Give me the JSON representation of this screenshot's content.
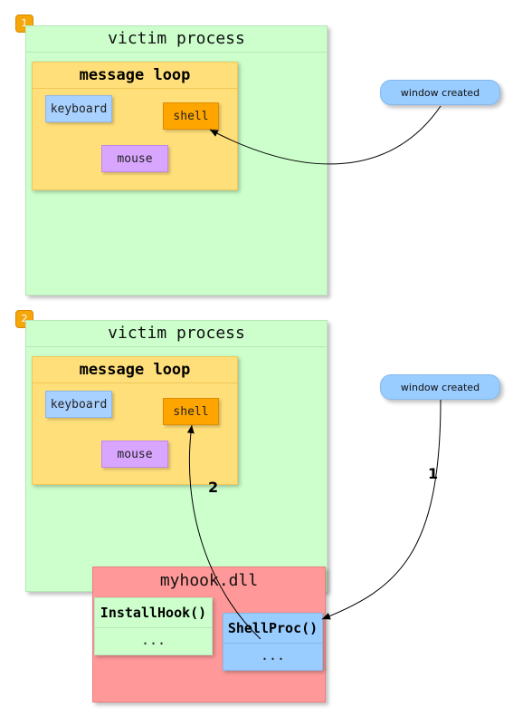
{
  "diagram1": {
    "badge": "1",
    "process_title": "victim process",
    "loop_title": "message loop",
    "keyboard": "keyboard",
    "shell": "shell",
    "mouse": "mouse",
    "event": "window created"
  },
  "diagram2": {
    "badge": "2",
    "process_title": "victim process",
    "loop_title": "message loop",
    "keyboard": "keyboard",
    "shell": "shell",
    "mouse": "mouse",
    "event": "window created",
    "dll_title": "myhook.dll",
    "install_hook": "InstallHook()",
    "install_hook_body": "...",
    "shell_proc": "ShellProc()",
    "shell_proc_body": "...",
    "edge_label_1": "1",
    "edge_label_2": "2"
  }
}
